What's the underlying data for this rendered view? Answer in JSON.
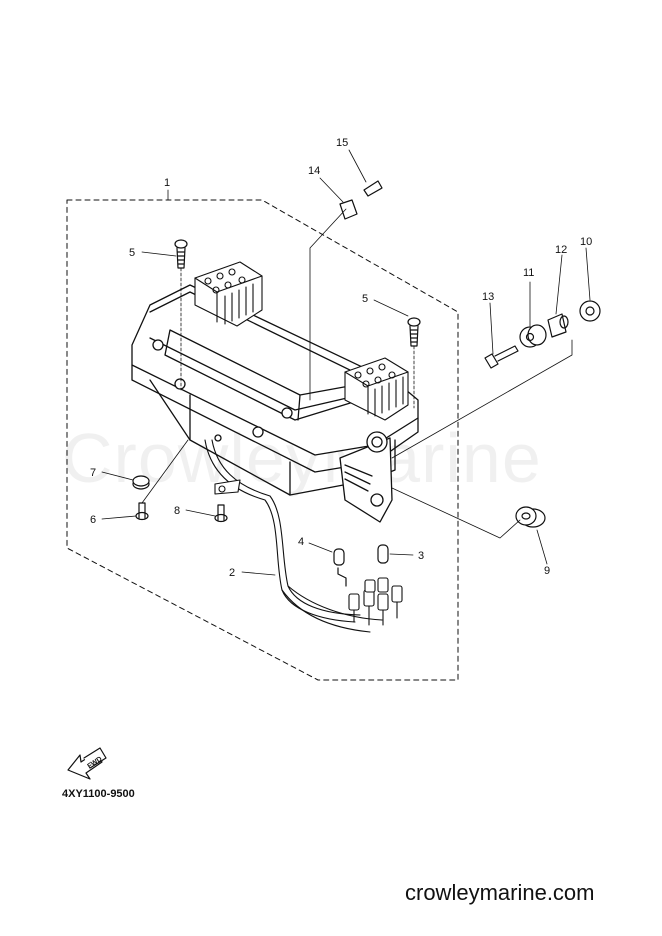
{
  "watermark": "CrowleyMarine",
  "callouts": {
    "c1": "1",
    "c2": "2",
    "c3": "3",
    "c4": "4",
    "c5a": "5",
    "c5b": "5",
    "c6": "6",
    "c7": "7",
    "c8": "8",
    "c9": "9",
    "c10": "10",
    "c11": "11",
    "c12": "12",
    "c13": "13",
    "c14": "14",
    "c15": "15"
  },
  "fwd_label": "FWD",
  "drawing_code": "4XY1100-9500",
  "footer": "crowleymarine.com"
}
